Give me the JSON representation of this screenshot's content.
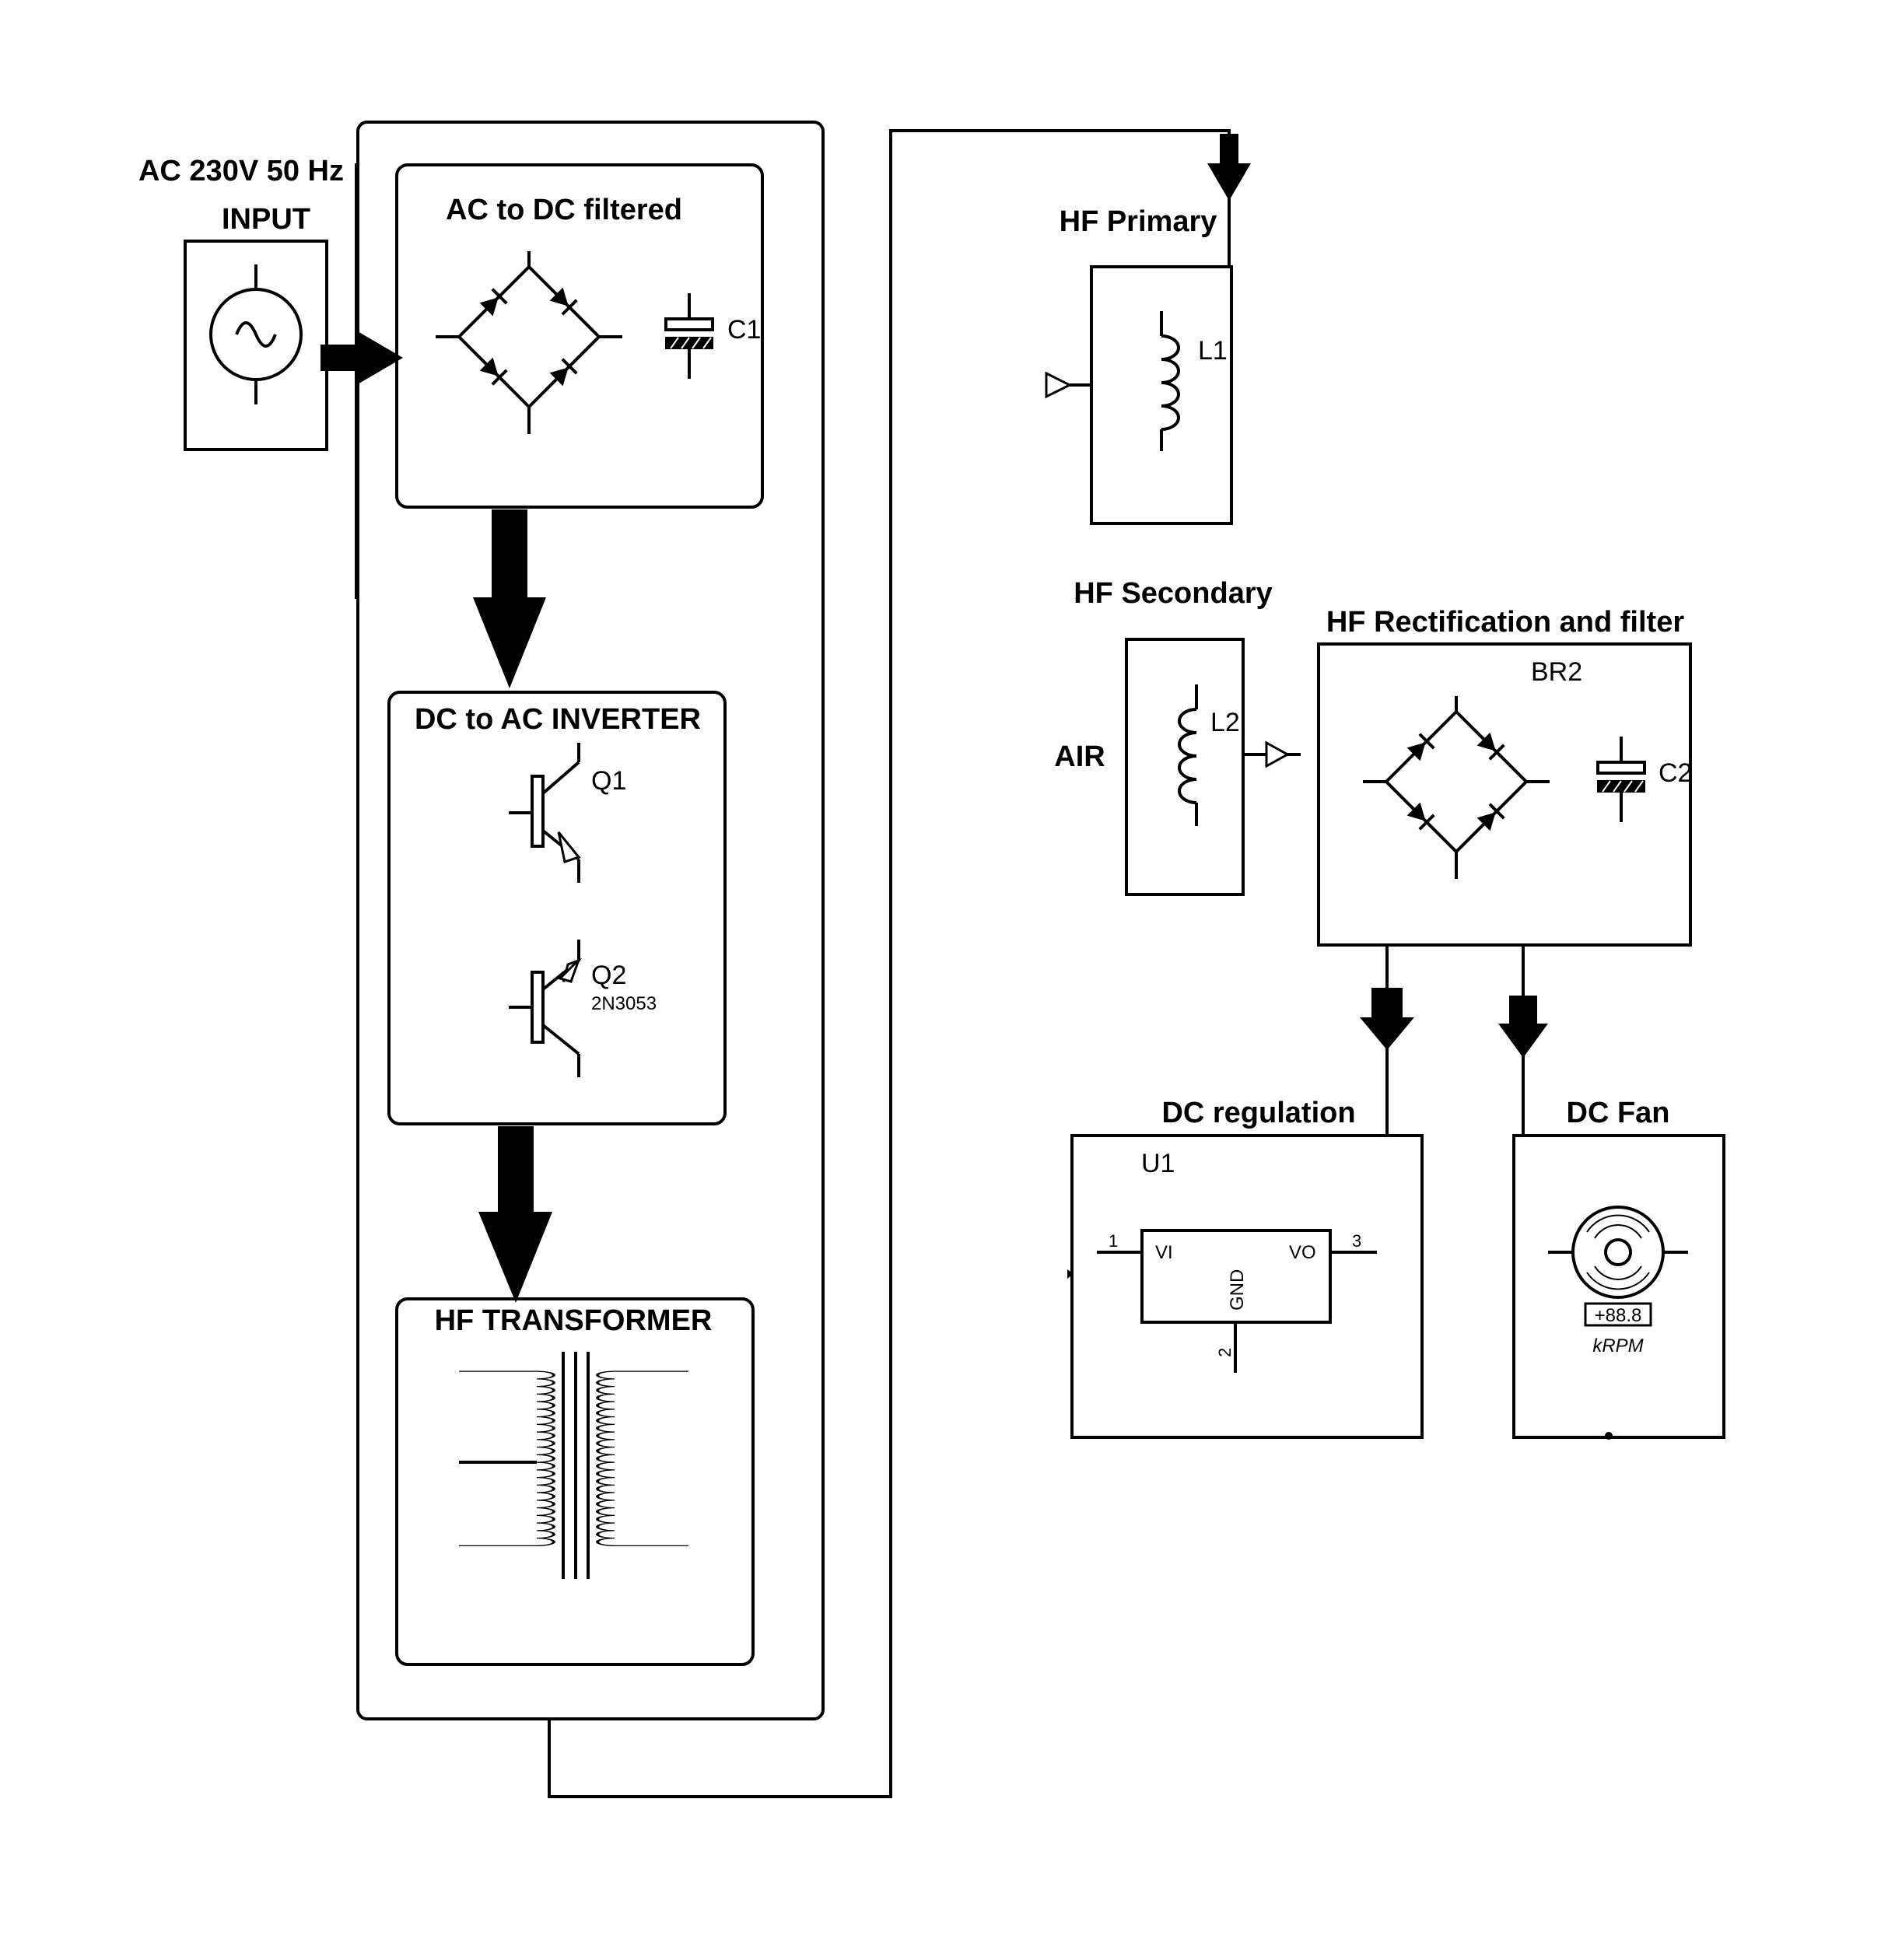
{
  "input": {
    "title_line1": "AC 230V 50 Hz",
    "title_line2": "INPUT"
  },
  "acdc": {
    "title": "AC to DC filtered",
    "cap_ref": "C1"
  },
  "inverter": {
    "title": "DC to AC INVERTER",
    "q1_ref": "Q1",
    "q2_ref": "Q2",
    "q2_part": "2N3053"
  },
  "transformer": {
    "title": "HF TRANSFORMER"
  },
  "hf_primary": {
    "title": "HF Primary",
    "coil_ref": "L1"
  },
  "hf_secondary": {
    "title": "HF Secondary",
    "coil_ref": "L2",
    "air_label": "AIR"
  },
  "rectifier": {
    "title": "HF Rectification and filter",
    "bridge_ref": "BR2",
    "cap_ref": "C2"
  },
  "regulator": {
    "title": "DC regulation",
    "ref": "U1",
    "pin_vi": "VI",
    "pin_vo": "VO",
    "pin_gnd": "GND",
    "pin1": "1",
    "pin2": "2",
    "pin3": "3"
  },
  "fan": {
    "title": "DC Fan",
    "readout": "+88.8",
    "unit": "kRPM"
  }
}
